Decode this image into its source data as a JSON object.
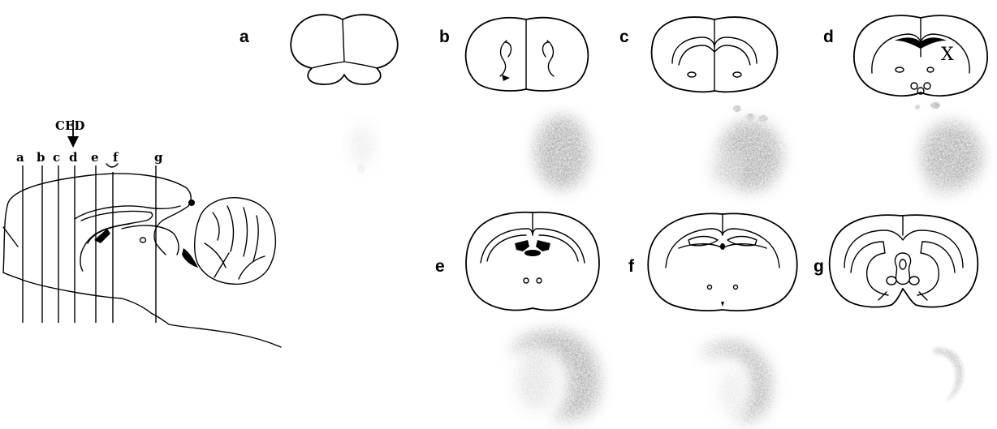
{
  "sagittal": {
    "injection_label": "CED",
    "section_labels": [
      "a",
      "b",
      "c",
      "d",
      "e",
      "f",
      "g"
    ]
  },
  "coronal_panels": [
    {
      "letter": "a",
      "signal": "faint"
    },
    {
      "letter": "b",
      "signal": "strong"
    },
    {
      "letter": "c",
      "signal": "strong"
    },
    {
      "letter": "d",
      "signal": "strong",
      "mark": "X"
    },
    {
      "letter": "e",
      "signal": "strong"
    },
    {
      "letter": "f",
      "signal": "moderate"
    },
    {
      "letter": "g",
      "signal": "weak"
    }
  ],
  "colors": {
    "ink": "#000000",
    "background": "#ffffff"
  }
}
